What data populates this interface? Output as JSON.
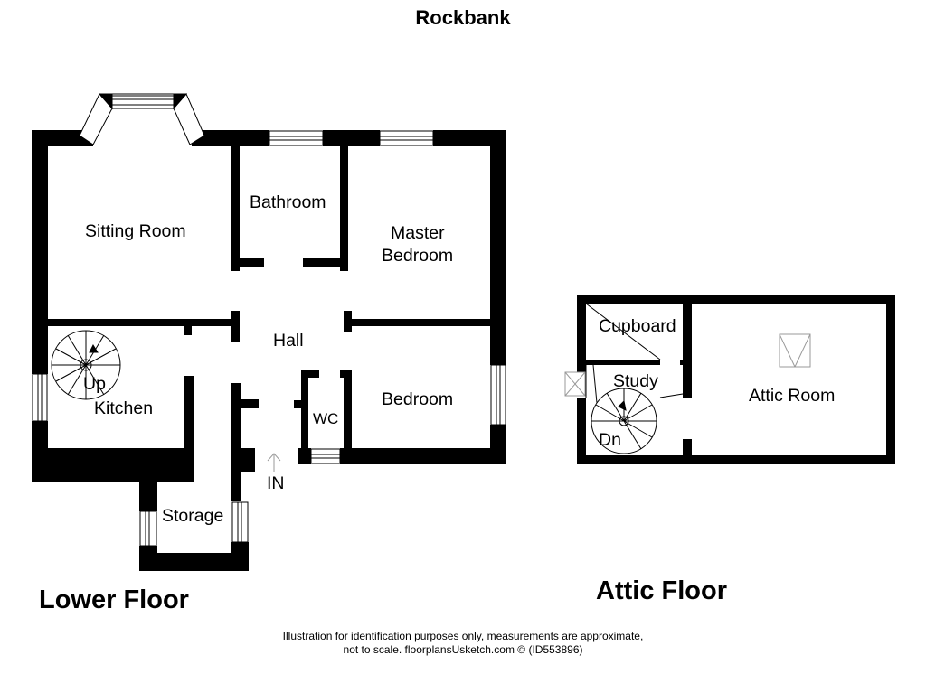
{
  "title": "Rockbank",
  "floors": {
    "lower": {
      "label": "Lower Floor",
      "rooms": {
        "sitting_room": "Sitting Room",
        "bathroom": "Bathroom",
        "master_bedroom_1": "Master",
        "master_bedroom_2": "Bedroom",
        "hall": "Hall",
        "up": "Up",
        "kitchen": "Kitchen",
        "wc": "WC",
        "bedroom": "Bedroom",
        "storage": "Storage"
      },
      "entrance": "IN"
    },
    "attic": {
      "label": "Attic Floor",
      "rooms": {
        "cupboard": "Cupboard",
        "study": "Study",
        "attic_room": "Attic Room",
        "dn": "Dn"
      }
    }
  },
  "disclaimer": {
    "line1": "Illustration for identification purposes only, measurements are approximate,",
    "line2": "not to scale. floorplansUsketch.com © (ID553896)"
  }
}
